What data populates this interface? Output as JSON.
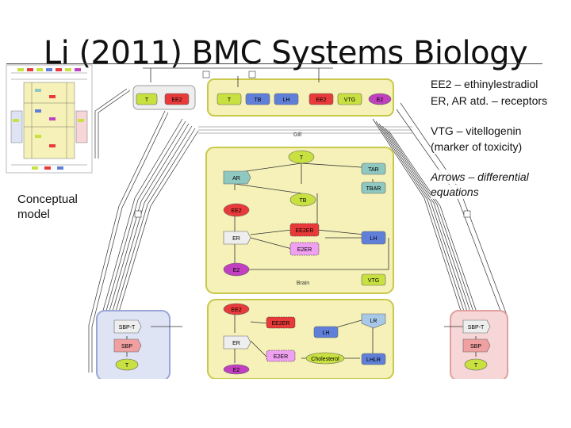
{
  "slide": {
    "title": "Li (2011) BMC Systems Biology",
    "conceptual_label": "Conceptual\nmodel"
  },
  "notes": {
    "ee2_def": "EE2 – ethinylestradiol",
    "receptors_def": "ER, AR atd. – receptors",
    "vtg_def_1": "VTG – vitellogenin",
    "vtg_def_2": "(marker of toxicity)",
    "arrows_def_1": "Arrows – differential",
    "arrows_def_2": "equations"
  },
  "diagram": {
    "compartments": {
      "gill": "Gill",
      "brain": "Brain"
    },
    "nodes": {
      "gill_t": "T",
      "gill_ee2": "EE2",
      "top_t": "T",
      "top_tb": "TB",
      "top_lh": "LH",
      "top_ee2": "EE2",
      "top_vtg": "VTG",
      "top_e2": "E2",
      "brain_t": "T",
      "brain_ar": "AR",
      "brain_tar": "TAR",
      "brain_tbar": "TBAR",
      "brain_tb": "TB",
      "brain_ee2": "EE2",
      "brain_ee2er": "EE2ER",
      "brain_er": "ER",
      "brain_e2er": "E2ER",
      "brain_lh": "LH",
      "brain_e2": "E2",
      "brain_vtg": "VTG",
      "low_ee2": "EE2",
      "low_ee2er": "EE2ER",
      "low_lr": "LR",
      "low_lh": "LH",
      "low_er": "ER",
      "low_e2er": "E2ER",
      "low_cholesterol": "Cholesterol",
      "low_lhlr": "LHLR",
      "low_e2": "E2",
      "left_sbpt": "SBP-T",
      "left_sbp": "SBP",
      "left_t": "T",
      "right_sbpt": "SBP-T",
      "right_sbp": "SBP",
      "right_t": "T"
    }
  },
  "colors": {
    "yellow_compartment": "#f5f1b8",
    "yellow_border": "#c8c84a",
    "blue_compartment": "#dfe4f5",
    "red_compartment": "#f6d6d6",
    "node_green": "#c8e040",
    "node_red": "#e83a3a",
    "node_blue": "#5f7fd8",
    "node_teal": "#8ec8c0",
    "node_purple": "#c040c0",
    "node_pink": "#f0a0a0"
  }
}
